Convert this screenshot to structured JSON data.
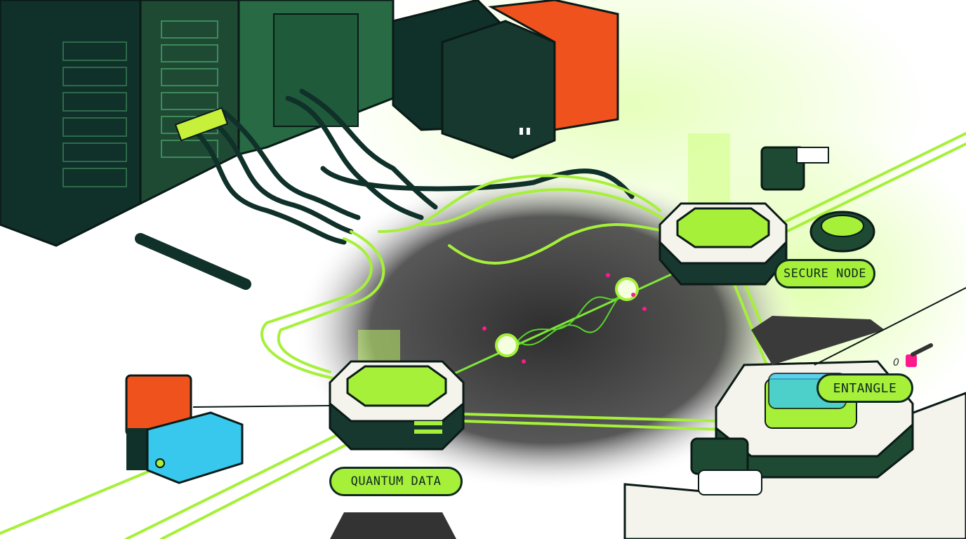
{
  "labels": {
    "secure_node": "SECURE NODE",
    "entangle": "ENTANGLE",
    "quantum_data": "QUANTUM DATA",
    "indicator": "0"
  },
  "colors": {
    "accent_green": "#a6f03a",
    "dark_green": "#1e4a34",
    "server_dark": "#10302a",
    "orange": "#f0521e",
    "cyan": "#38c8ee",
    "magenta": "#ff1a8c",
    "shadow": "#2f2f2f"
  },
  "icons": [
    "server-rack-icon",
    "network-cable-icon",
    "quantum-node-icon",
    "dna-helix-icon",
    "qubit-particle-icon",
    "storage-cube-icon"
  ]
}
